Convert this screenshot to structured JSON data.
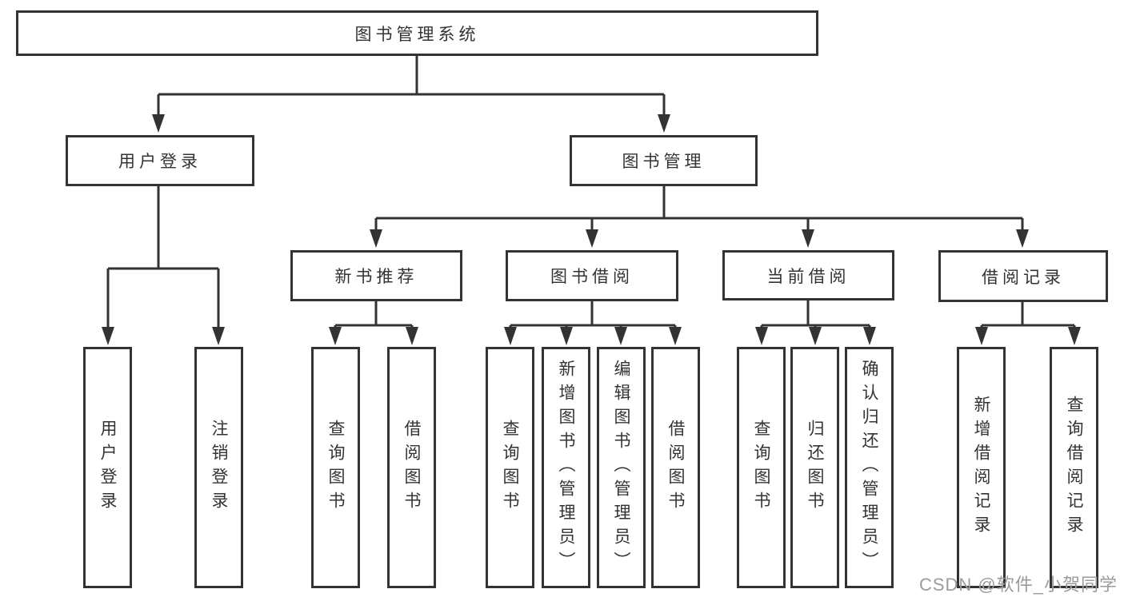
{
  "nodes": {
    "root": "图书管理系统",
    "level2": {
      "user_login": "用户登录",
      "book_mgmt": "图书管理"
    },
    "level3": {
      "new_book_rec": "新书推荐",
      "book_borrow": "图书借阅",
      "current_borrow": "当前借阅",
      "borrow_records": "借阅记录"
    },
    "leaves": {
      "a1": "用户登录",
      "a2": "注销登录",
      "b1": "查询图书",
      "b2": "借阅图书",
      "c1": "查询图书",
      "c2": "新增图书（管理员）",
      "c3": "编辑图书（管理员）",
      "c4": "借阅图书",
      "d1": "查询图书",
      "d2": "归还图书",
      "d3": "确认归还（管理员）",
      "e1": "新增借阅记录",
      "e2": "查询借阅记录"
    }
  },
  "structure": {
    "图书管理系统": [
      "用户登录",
      "图书管理"
    ],
    "用户登录": [
      "用户登录",
      "注销登录"
    ],
    "图书管理": [
      "新书推荐",
      "图书借阅",
      "当前借阅",
      "借阅记录"
    ],
    "新书推荐": [
      "查询图书",
      "借阅图书"
    ],
    "图书借阅": [
      "查询图书",
      "新增图书（管理员）",
      "编辑图书（管理员）",
      "借阅图书"
    ],
    "当前借阅": [
      "查询图书",
      "归还图书",
      "确认归还（管理员）"
    ],
    "借阅记录": [
      "新增借阅记录",
      "查询借阅记录"
    ]
  },
  "watermark": "CSDN @软件_小贺同学",
  "colors": {
    "line": "#333333",
    "border": "#333333",
    "text": "#333333",
    "watermark": "#9b9b9b",
    "background": "#ffffff"
  }
}
